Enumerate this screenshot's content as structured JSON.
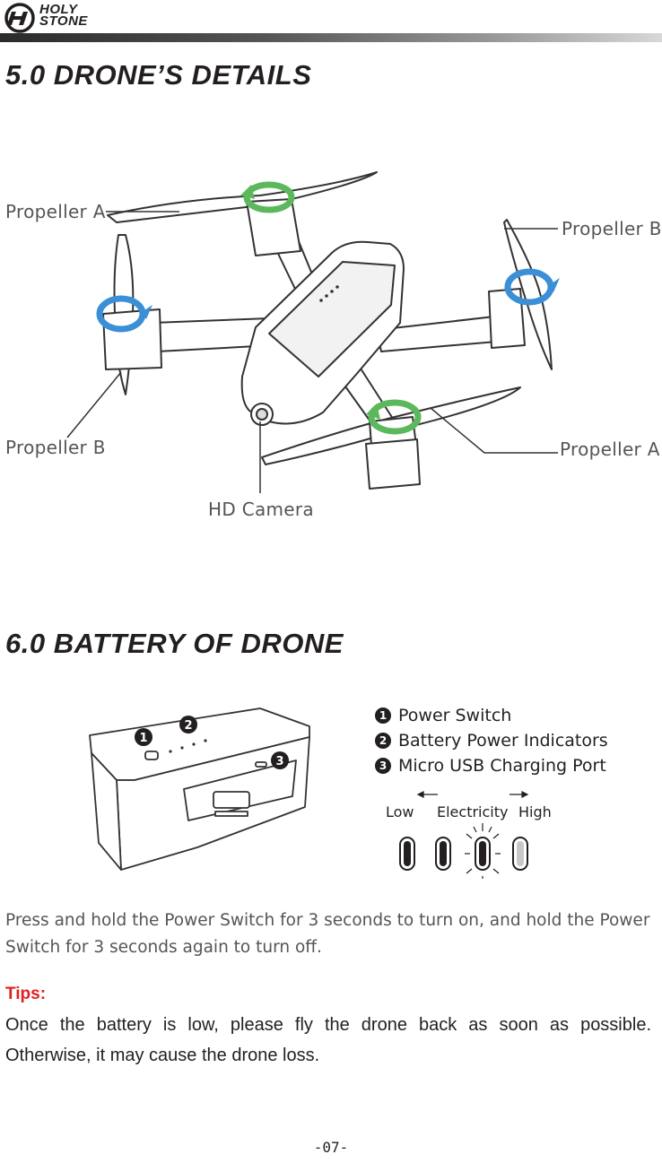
{
  "brand": {
    "logo_line1": "HOLY",
    "logo_line2": "STONE"
  },
  "section5": {
    "title": "5.0 DRONE’S DETAILS",
    "labels": {
      "propeller_a_top": "Propeller A",
      "propeller_b_top": "Propeller B",
      "propeller_b_bottom": "Propeller B",
      "propeller_a_bottom": "Propeller A",
      "hd_camera": "HD Camera"
    }
  },
  "section6": {
    "title": "6.0 BATTERY OF DRONE",
    "callout_numbers": [
      "1",
      "2",
      "3"
    ],
    "legend": [
      {
        "num": "1",
        "label": "Power Switch"
      },
      {
        "num": "2",
        "label": "Battery Power Indicators"
      },
      {
        "num": "3",
        "label": "Micro USB Charging Port"
      }
    ],
    "levels": {
      "low": "Low",
      "middle": "Electricity",
      "high": "High"
    },
    "instruction": "Press and hold the Power Switch for 3 seconds to turn on, and hold the Power Switch for 3 seconds again to turn off.",
    "tips_title": "Tips:",
    "tips_body": "Once the battery is low,  please fly the drone back as soon as possible. Otherwise, it may cause the drone loss."
  },
  "page_number": "-07-",
  "colors": {
    "tips_red": "#e02020",
    "rotor_green": "#5cb85c",
    "rotor_blue": "#3a8fd6"
  }
}
